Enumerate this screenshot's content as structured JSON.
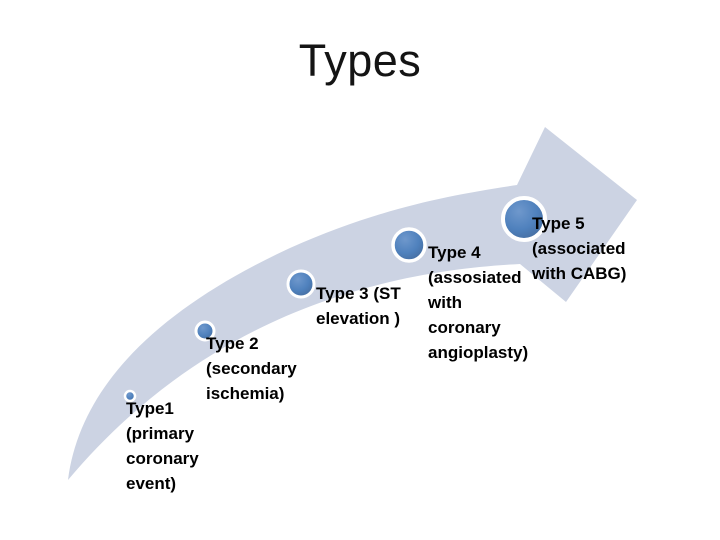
{
  "slide": {
    "title": "Types"
  },
  "diagram": {
    "colors": {
      "arrow": "#ccd3e3",
      "marker": "#4f81bd",
      "marker_light": "#6f98cc",
      "marker_dark": "#44699a",
      "marker_ring": "#ffffff",
      "text": "#000000"
    },
    "items": [
      {
        "label": "Type1\n(primary\ncoronary\nevent)"
      },
      {
        "label": "Type 2\n(secondary\nischemia)"
      },
      {
        "label": "Type 3 (ST\nelevation )"
      },
      {
        "label": "Type 4\n(assosiated\nwith\ncoronary\nangioplasty)"
      },
      {
        "label": "Type 5\n(associated\nwith CABG)"
      }
    ]
  }
}
